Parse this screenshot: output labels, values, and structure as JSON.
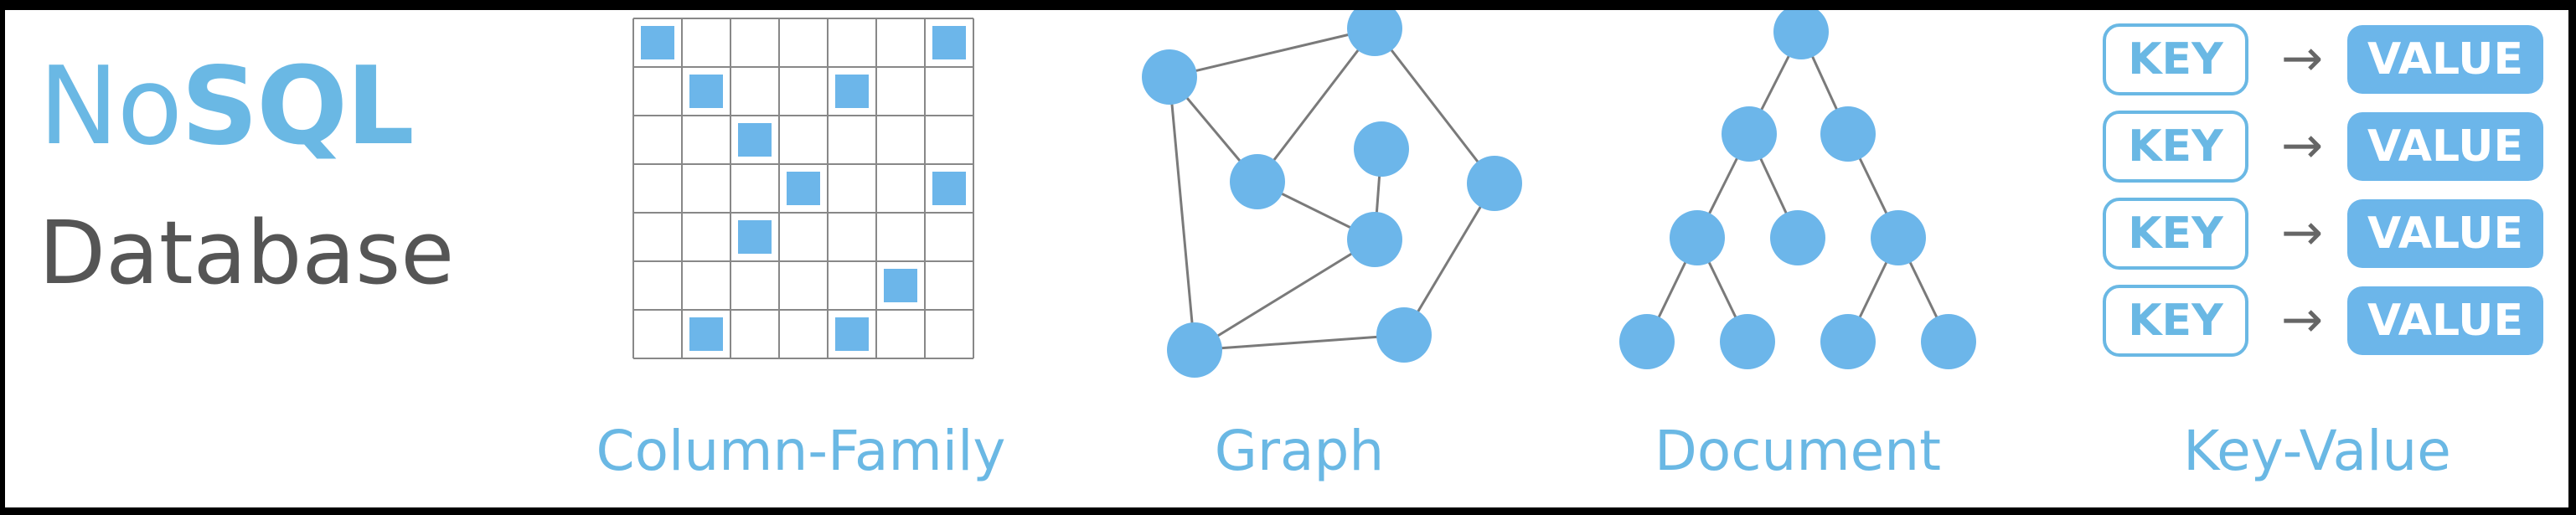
{
  "title": {
    "part1": "No",
    "part2": "SQL",
    "subtitle": "Database"
  },
  "categories": [
    {
      "id": "column-family",
      "label": "Column-Family"
    },
    {
      "id": "graph",
      "label": "Graph"
    },
    {
      "id": "document",
      "label": "Document"
    },
    {
      "id": "key-value",
      "label": "Key-Value"
    }
  ],
  "key_value": {
    "key_label": "KEY",
    "value_label": "VALUE",
    "arrow": "→",
    "rows": 4
  },
  "colors": {
    "accent": "#6ab8e4",
    "node": "#6cb6ea",
    "text_dark": "#555555",
    "grid": "#888888",
    "edge": "#7a7a7a",
    "background": "#ffffff"
  }
}
